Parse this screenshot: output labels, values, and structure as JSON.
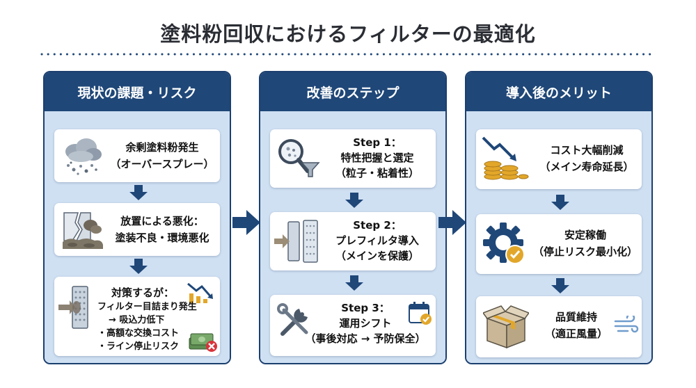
{
  "title": "塗料粉回収におけるフィルターの最適化",
  "columns": [
    {
      "header": "現状の課題・リスク",
      "cards": [
        {
          "lines": [
            "余剰塗料粉発生",
            "（オーバースプレー）"
          ]
        },
        {
          "lines": [
            "放置による悪化：",
            "塗装不良・環境悪化"
          ]
        },
        {
          "lines": [
            "対策するが：",
            "フィルター目詰まり発生",
            "→ 吸込力低下",
            "・高額な交換コスト",
            "・ライン停止リスク"
          ]
        }
      ]
    },
    {
      "header": "改善のステップ",
      "cards": [
        {
          "lines": [
            "Step 1：",
            "特性把握と選定",
            "（粒子・粘着性）"
          ]
        },
        {
          "lines": [
            "Step 2：",
            "プレフィルタ導入",
            "（メインを保護）"
          ]
        },
        {
          "lines": [
            "Step 3：",
            "運用シフト",
            "（事後対応 → 予防保全）"
          ]
        }
      ]
    },
    {
      "header": "導入後のメリット",
      "cards": [
        {
          "lines": [
            "コスト大幅削減",
            "（メイン寿命延長）"
          ]
        },
        {
          "lines": [
            "安定稼働",
            "（停止リスク最小化）"
          ]
        },
        {
          "lines": [
            "品質維持",
            "（適正風量）"
          ]
        }
      ]
    }
  ],
  "icons": {
    "c1_1": "dust-cloud-icon",
    "c1_2": "broken-wall-icon",
    "c1_3": "clogged-filter-icon",
    "c2_1": "magnifier-funnel-icon",
    "c2_2": "prefilter-icon",
    "c2_3": "tools-calendar-icon",
    "c3_1": "coins-down-icon",
    "c3_2": "gear-check-icon",
    "c3_3": "box-wind-icon"
  },
  "colors": {
    "header": "#1f4778",
    "panel": "#cfe0f3",
    "arrow": "#1f4778",
    "accent_gold": "#e2a72a",
    "danger": "#d9333a"
  }
}
